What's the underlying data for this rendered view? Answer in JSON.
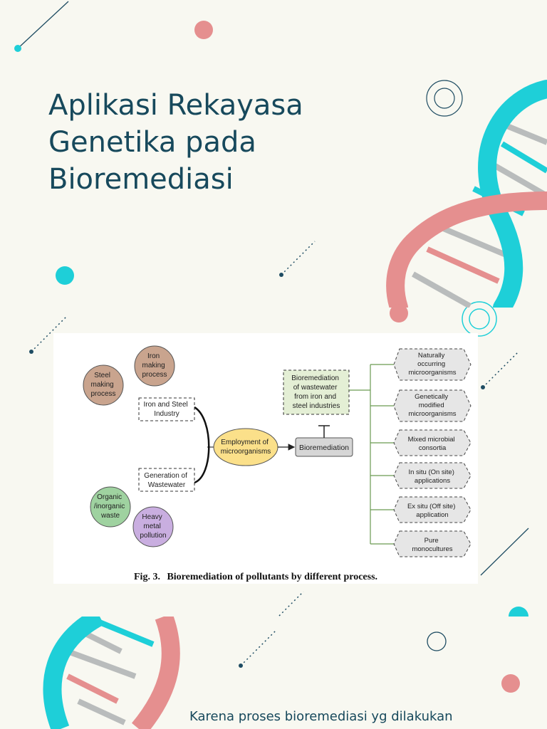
{
  "colors": {
    "background": "#f8f8f1",
    "title": "#17495c",
    "teal": "#1ecfd8",
    "pink": "#e58f8f",
    "navy": "#1f4d63"
  },
  "slide": {
    "title_lines": [
      "Aplikasi Rekayasa",
      "Genetika pada",
      "Bioremediasi"
    ],
    "bottom_text": "Karena proses bioremediasi yg dilakukan"
  },
  "figure": {
    "sources": {
      "steel_making": [
        "Steel",
        "making",
        "process"
      ],
      "iron_making": [
        "Iron",
        "making",
        "process"
      ],
      "iron_steel_industry": [
        "Iron and Steel",
        "Industry"
      ],
      "generation_wastewater": [
        "Generation of",
        "Wastewater"
      ],
      "organic_waste": [
        "Organic",
        "/inorganic",
        "waste"
      ],
      "heavy_metal": [
        "Heavy",
        "metal",
        "pollution"
      ]
    },
    "employment": [
      "Employment of",
      "microorganisms"
    ],
    "bioremediation": "Bioremediation",
    "bioremediation_wastewater": [
      "Bioremediation",
      "of wastewater",
      "from iron and",
      "steel industries"
    ],
    "outcomes": [
      [
        "Naturally",
        "occurring",
        "microorganisms"
      ],
      [
        "Genetically",
        "modified",
        "microorganisms"
      ],
      [
        "Mixed microbial",
        "consortia"
      ],
      [
        "In situ (On site)",
        "applications"
      ],
      [
        "Ex situ (Off site)",
        "application"
      ],
      [
        "Pure",
        "monocultures"
      ]
    ],
    "caption_label": "Fig. 3.",
    "caption_text": "Bioremediation of pollutants by different process."
  }
}
